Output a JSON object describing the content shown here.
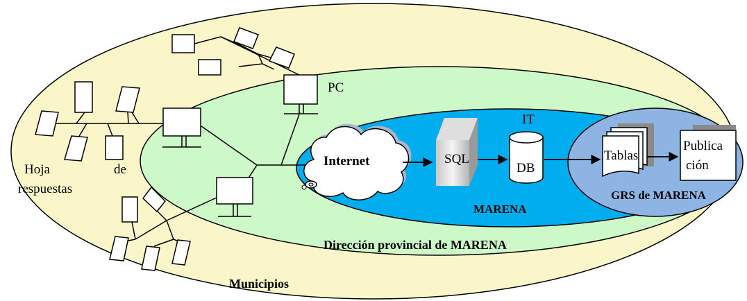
{
  "labels": {
    "pc": "PC",
    "it": "IT",
    "hoja": "Hoja",
    "de": "de",
    "respuestas": "respuestas",
    "internet": "Internet",
    "sql": "SQL",
    "db": "DB",
    "tablas": "Tablas",
    "publicacion_1": "Publica",
    "publicacion_2": "ción",
    "marena": "MARENA",
    "grs": "GRS de MARENA",
    "direccion": "Dirección provincial de MARENA",
    "municipios": "Municipios"
  },
  "colors": {
    "municipios_fill": "#fbf6c9",
    "direccion_fill": "#cdf8c8",
    "marena_fill": "#00aeef",
    "grs_fill": "#8eb4e3",
    "stroke": "#000000"
  }
}
